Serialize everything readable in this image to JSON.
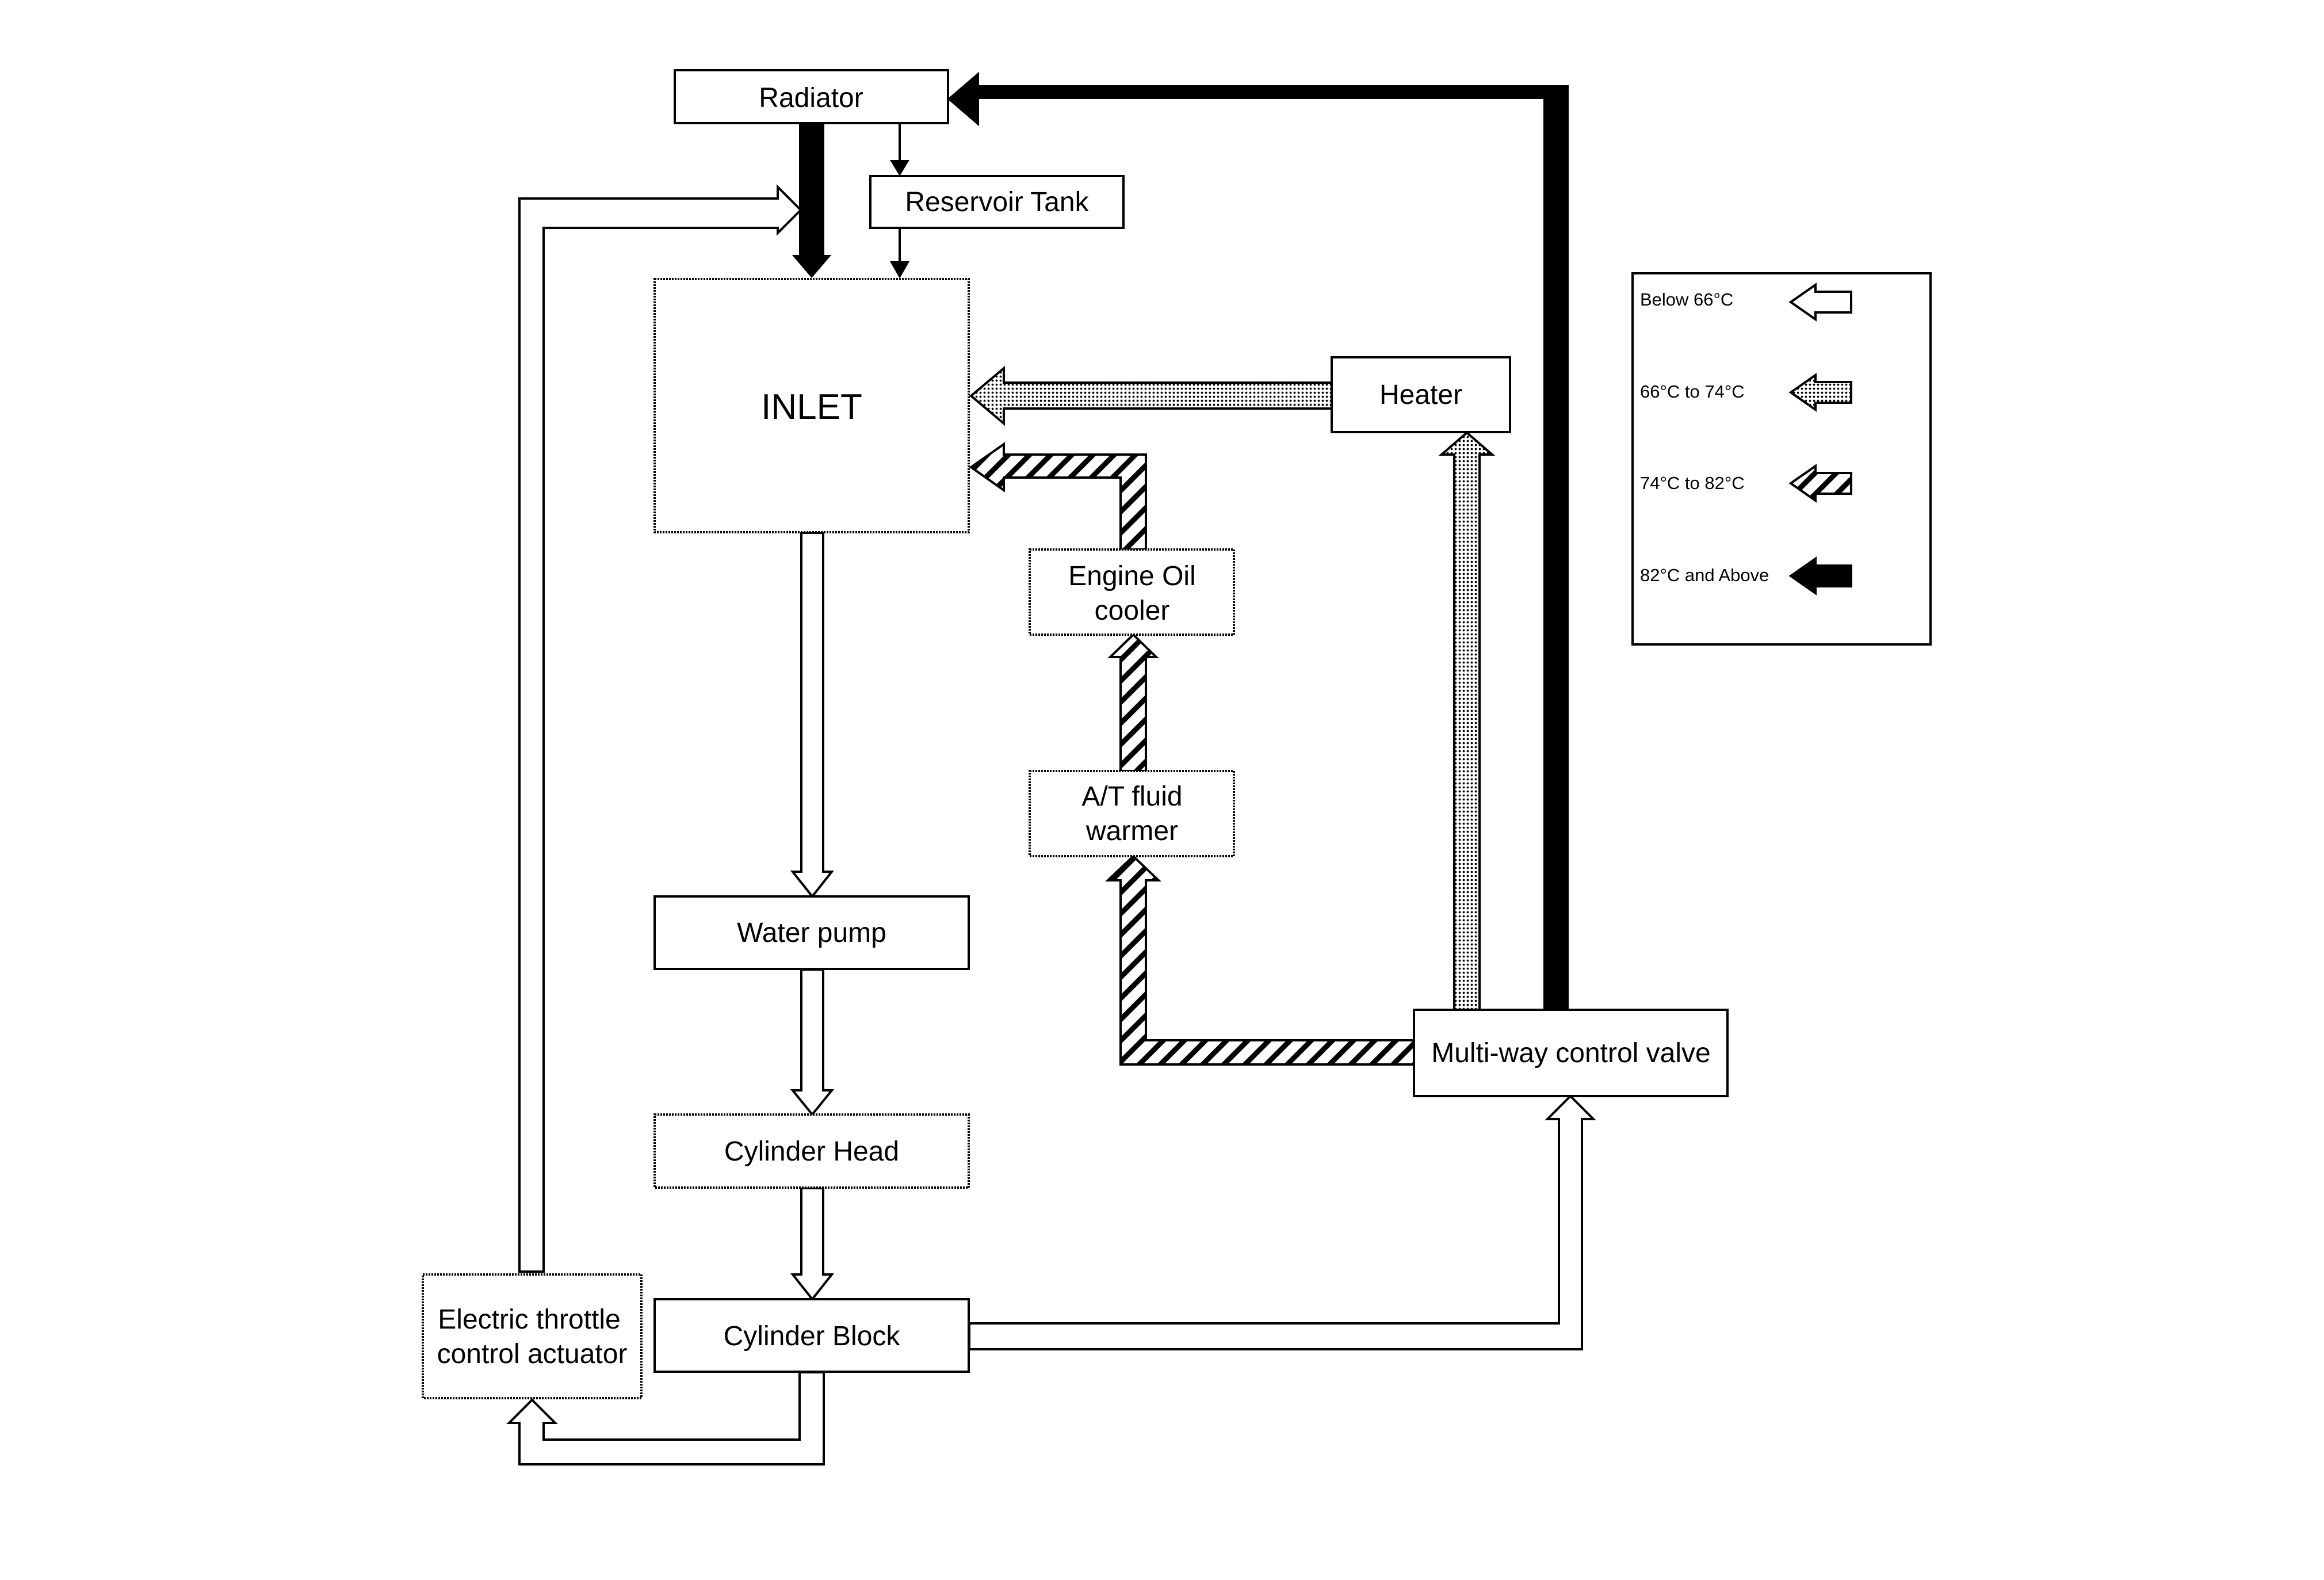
{
  "diagram": {
    "components": {
      "radiator": "Radiator",
      "reservoir_tank": "Reservoir Tank",
      "inlet": "INLET",
      "heater": "Heater",
      "engine_oil_cooler": [
        "Engine Oil",
        "cooler"
      ],
      "at_fluid_warmer": [
        "A/T fluid",
        "warmer"
      ],
      "water_pump": "Water pump",
      "cylinder_head": "Cylinder Head",
      "cylinder_block": "Cylinder Block",
      "multi_way_valve": "Multi-way control valve",
      "throttle_actuator": [
        "Electric throttle",
        "control actuator"
      ]
    },
    "legend": [
      {
        "label": "Below 66°C",
        "style": "hollow"
      },
      {
        "label": "66°C to 74°C",
        "style": "dotted"
      },
      {
        "label": "74°C to 82°C",
        "style": "hatched"
      },
      {
        "label": "82°C and Above",
        "style": "solid"
      }
    ],
    "colors": {
      "line": "#000000",
      "background": "#ffffff"
    }
  }
}
